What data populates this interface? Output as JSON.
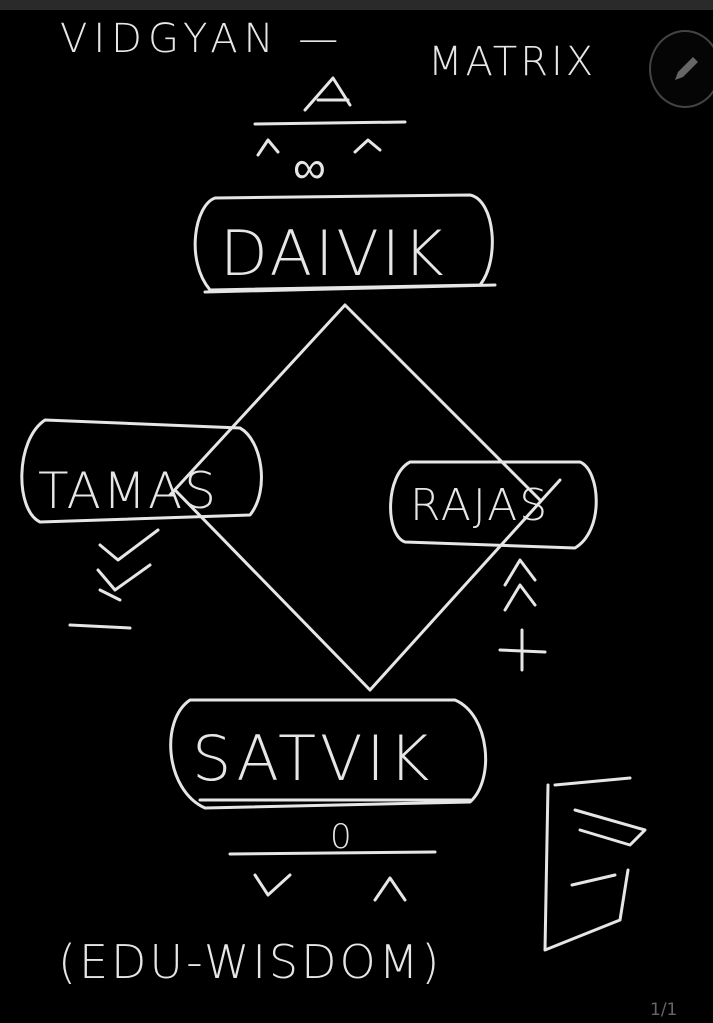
{
  "drawing": {
    "title_left": "VIDGYAN —",
    "title_right": "MATRIX",
    "infinity": "∞",
    "top_node": "DAIVIK",
    "left_node": "TAMAS",
    "right_node": "RAJAS",
    "bottom_node": "SATVIK",
    "zero": "0",
    "footer": "(EDU-WISDOM)",
    "stroke_color": "#e6e6e6"
  },
  "viewer": {
    "edit_icon": "pencil-icon",
    "page_indicator": "1/1"
  }
}
